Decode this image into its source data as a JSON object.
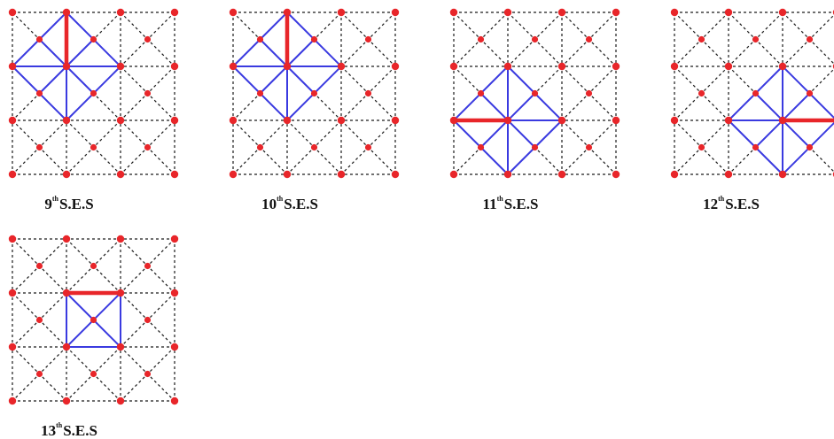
{
  "panels": [
    {
      "number": "9",
      "superscript": "th",
      "suffix": "S.E.S",
      "variant": "center-top",
      "red_edge": "vertical-up"
    },
    {
      "number": "10",
      "superscript": "th",
      "suffix": "S.E.S",
      "variant": "center-top",
      "red_edge": "vertical-up"
    },
    {
      "number": "11",
      "superscript": "th",
      "suffix": "S.E.S",
      "variant": "left-bottom",
      "red_edge": "horizontal-left"
    },
    {
      "number": "12",
      "superscript": "th",
      "suffix": "S.E.S",
      "variant": "right-bottom",
      "red_edge": "horizontal-right"
    },
    {
      "number": "13",
      "superscript": "th",
      "suffix": "S.E.S",
      "variant": "square-center",
      "red_edge": "top-side"
    }
  ],
  "colors": {
    "node": "#e8262a",
    "grid_dash": "#1a1a1a",
    "highlight_blue": "#3a3ae0",
    "highlight_red": "#e8262a",
    "label": "#111111"
  }
}
